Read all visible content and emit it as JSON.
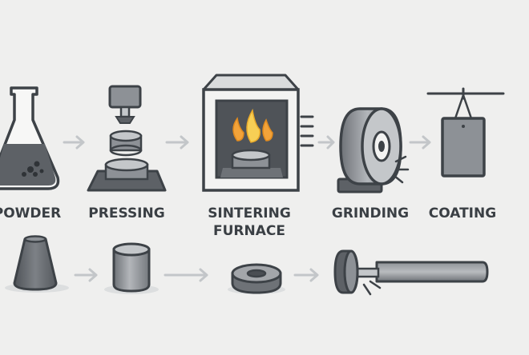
{
  "labels": {
    "powder": "POWDER",
    "pressing": "PRESSING",
    "sintering_line1": "SINTERING",
    "sintering_line2": "FURNACE",
    "grinding": "GRINDING",
    "coating": "COATING"
  },
  "colors": {
    "background": "#efefee",
    "outline": "#3d4247",
    "metal_dark": "#5d6166",
    "metal_mid": "#8d9196",
    "metal_light": "#c4c7ca",
    "flame_orange": "#f2a33a",
    "flame_yellow": "#f7cf55",
    "arrow": "#c3c6c9",
    "label": "#3a3f44"
  }
}
